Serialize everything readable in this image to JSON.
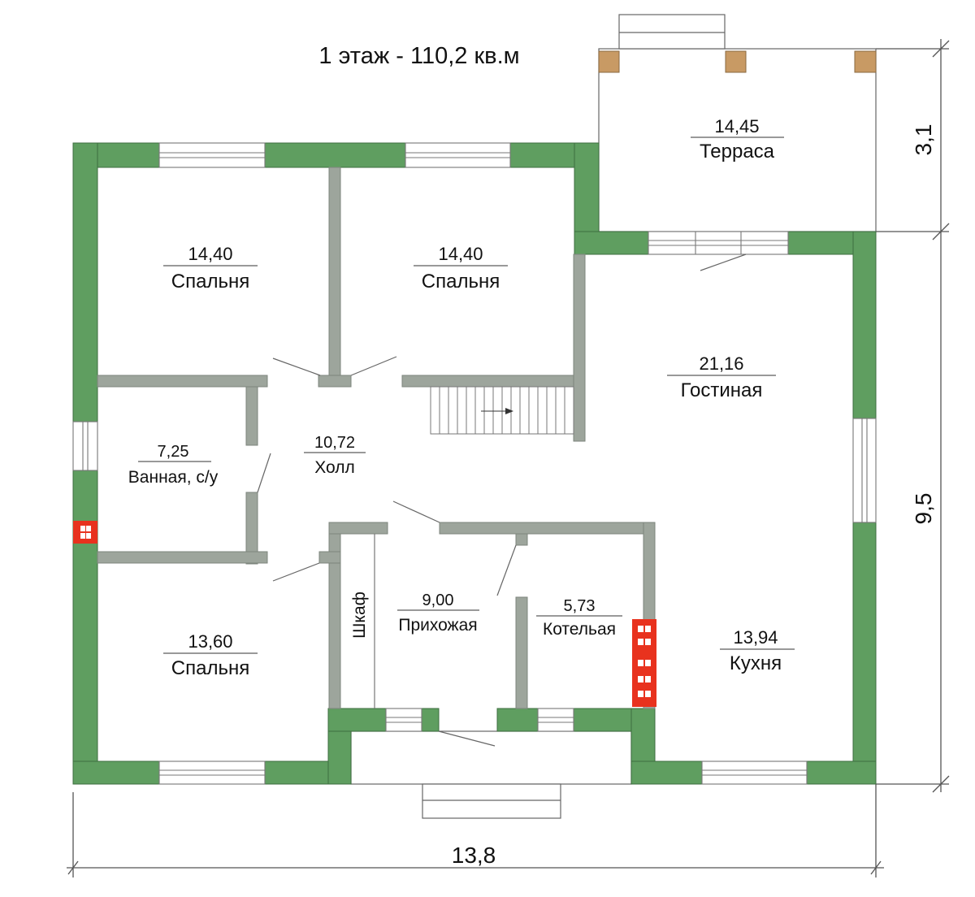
{
  "title": "1 этаж - 110,2 кв.м",
  "colors": {
    "exterior_wall": "#5f9e60",
    "interior_wall": "#9da59c",
    "chimney": "#e8321e",
    "brick": "#c89a64",
    "line": "#555555"
  },
  "rooms": [
    {
      "id": "bedroom-1",
      "area": "14,40",
      "name": "Спальня"
    },
    {
      "id": "bedroom-2",
      "area": "14,40",
      "name": "Спальня"
    },
    {
      "id": "terrace",
      "area": "14,45",
      "name": "Терраса"
    },
    {
      "id": "living-room",
      "area": "21,16",
      "name": "Гостиная"
    },
    {
      "id": "bathroom",
      "area": "7,25",
      "name": "Ванная, с/у"
    },
    {
      "id": "hall",
      "area": "10,72",
      "name": "Холл"
    },
    {
      "id": "entrance-hall",
      "area": "9,00",
      "name": "Прихожая"
    },
    {
      "id": "boiler-room",
      "area": "5,73",
      "name": "Котельая"
    },
    {
      "id": "bedroom-3",
      "area": "13,60",
      "name": "Спальня"
    },
    {
      "id": "kitchen",
      "area": "13,94",
      "name": "Кухня"
    }
  ],
  "closet_label": "Шкаф",
  "dimensions": {
    "width": "13,8",
    "depth_main": "9,5",
    "depth_terrace": "3,1"
  }
}
